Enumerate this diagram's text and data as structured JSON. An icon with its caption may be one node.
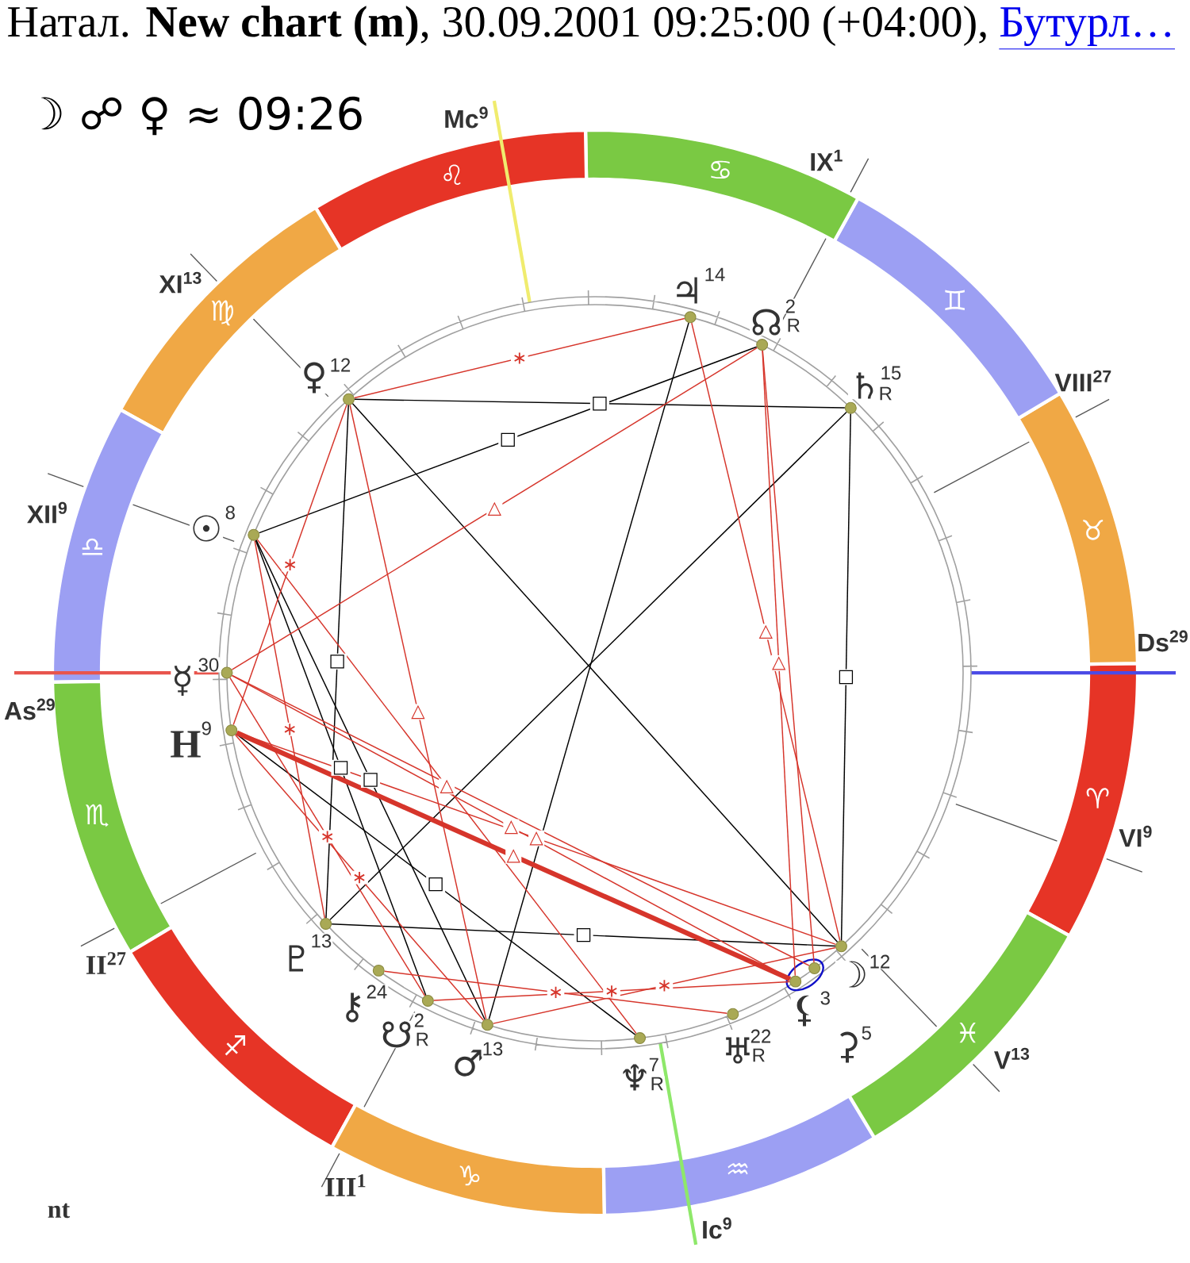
{
  "diagram": {
    "title": "Натал. **New chart (m)**, 30.09.2001 09:25:00 (+04:00),",
    "nodes": [
      {
        "text": [
          "♈"
        ]
      },
      {
        "text": [
          "♉"
        ]
      },
      {
        "text": [
          "♊"
        ]
      },
      {
        "text": [
          "♋"
        ]
      },
      {
        "text": [
          "♌"
        ]
      },
      {
        "text": [
          "♍"
        ]
      },
      {
        "text": [
          "♎"
        ]
      },
      {
        "text": [
          "♏"
        ]
      },
      {
        "text": [
          "♐"
        ]
      },
      {
        "text": [
          "♑"
        ]
      },
      {
        "text": [
          "♒"
        ]
      },
      {
        "text": [
          "♓"
        ]
      },
      {
        "text": [],
        "shape": "circle",
        "beside": [
          "♃",
          "14"
        ]
      },
      {
        "text": [],
        "shape": "circle",
        "beside": [
          "☊",
          "2",
          "R"
        ]
      },
      {
        "text": [],
        "shape": "circle",
        "beside": [
          "♄",
          "15",
          "R"
        ]
      },
      {
        "text": [],
        "shape": "circle",
        "beside": [
          "♀",
          "12"
        ]
      },
      {
        "text": [],
        "shape": "circle",
        "beside": [
          "☉",
          "8"
        ]
      },
      {
        "text": [],
        "shape": "circle",
        "beside": [
          "☿",
          "30"
        ]
      },
      {
        "text": [],
        "shape": "circle",
        "beside": [
          "H",
          "9"
        ]
      },
      {
        "text": [],
        "shape": "circle",
        "beside": [
          "♇",
          "13"
        ]
      },
      {
        "text": [],
        "shape": "circle",
        "beside": [
          "⚷",
          "24"
        ]
      },
      {
        "text": [],
        "shape": "circle",
        "beside": [
          "☋",
          "2",
          "R"
        ]
      },
      {
        "text": [],
        "shape": "circle",
        "beside": [
          "♂",
          "13"
        ]
      },
      {
        "text": [],
        "shape": "circle",
        "beside": [
          "♆",
          "7",
          "R"
        ]
      },
      {
        "text": [],
        "shape": "circle",
        "beside": [
          "♅",
          "22",
          "R"
        ]
      },
      {
        "text": [],
        "shape": "circle"
      },
      {
        "text": [],
        "shape": "circle",
        "in": 25,
        "beside": [
          "⚸",
          "3"
        ]
      },
      {
        "text": [],
        "shape": "circle",
        "in": 25,
        "beside": [
          "⚳",
          "5"
        ]
      },
      {
        "text": [],
        "shape": "circle",
        "beside": [
          "☽",
          "12"
        ]
      }
    ],
    "edges": [
      {
        "from": 15,
        "to": 14,
        "arrow": "none",
        "label": "□",
        "color": "#000000"
      },
      {
        "from": 16,
        "to": 13,
        "arrow": "none",
        "label": "□",
        "color": "#000000"
      },
      {
        "from": 15,
        "to": 28,
        "arrow": "none",
        "color": "#000000"
      },
      {
        "from": 15,
        "to": 19,
        "arrow": "none",
        "label": "□",
        "color": "#000000"
      },
      {
        "from": 16,
        "to": 21,
        "arrow": "none",
        "label": "□",
        "color": "#000000"
      },
      {
        "from": 16,
        "to": 22,
        "arrow": "none",
        "label": "□",
        "color": "#000000"
      },
      {
        "from": 18,
        "to": 23,
        "arrow": "none",
        "label": "□",
        "color": "#000000"
      },
      {
        "from": 19,
        "to": 28,
        "arrow": "none",
        "label": "□",
        "color": "#000000"
      },
      {
        "from": 19,
        "to": 14,
        "arrow": "none",
        "color": "#000000"
      },
      {
        "from": 12,
        "to": 22,
        "arrow": "none",
        "color": "#000000"
      },
      {
        "from": 14,
        "to": 28,
        "arrow": "none",
        "label": "□",
        "color": "#000000"
      },
      {
        "from": 15,
        "to": 12,
        "arrow": "none",
        "label": "∗"
      },
      {
        "from": 17,
        "to": 13,
        "arrow": "none",
        "label": "△"
      },
      {
        "from": 12,
        "to": 28,
        "arrow": "none",
        "label": "△"
      },
      {
        "from": 13,
        "to": 26,
        "arrow": "none",
        "label": "△"
      },
      {
        "from": 13,
        "to": 27,
        "arrow": "none"
      },
      {
        "from": 18,
        "to": 26,
        "arrow": "none",
        "label": "△",
        "style": "thick"
      },
      {
        "from": 17,
        "to": 26,
        "arrow": "none",
        "label": "△"
      },
      {
        "from": 17,
        "to": 27,
        "arrow": "none"
      },
      {
        "from": 18,
        "to": 28,
        "arrow": "none",
        "label": "△"
      },
      {
        "from": 16,
        "to": 23,
        "arrow": "none",
        "label": "△"
      },
      {
        "from": 15,
        "to": 22,
        "arrow": "none",
        "label": "△"
      },
      {
        "from": 15,
        "to": 18,
        "arrow": "none",
        "label": "∗"
      },
      {
        "from": 16,
        "to": 19,
        "arrow": "none",
        "label": "∗"
      },
      {
        "from": 17,
        "to": 21,
        "arrow": "none",
        "label": "∗"
      },
      {
        "from": 18,
        "to": 22,
        "arrow": "none",
        "label": "∗"
      },
      {
        "from": 20,
        "to": 24,
        "arrow": "none",
        "label": "∗"
      },
      {
        "from": 21,
        "to": 26,
        "arrow": "none",
        "label": "∗"
      },
      {
        "from": 22,
        "to": 28,
        "arrow": "none",
        "label": "∗"
      }
    ],
    "labels": [
      "Бутурл…",
      "☽ ☍ ♀ ≈ 09:26",
      "Mc$^{9}$",
      "IX$^{1}$",
      "XI$^{13}$",
      "VIII$^{27}$",
      "XII$^{9}$",
      "Ds$^{29}$",
      "As$^{29}$",
      "VI$^{9}$",
      "II$^{27}$",
      "V$^{13}$",
      "III$^{1}$",
      "nt",
      "Ic$^{9}$"
    ]
  }
}
